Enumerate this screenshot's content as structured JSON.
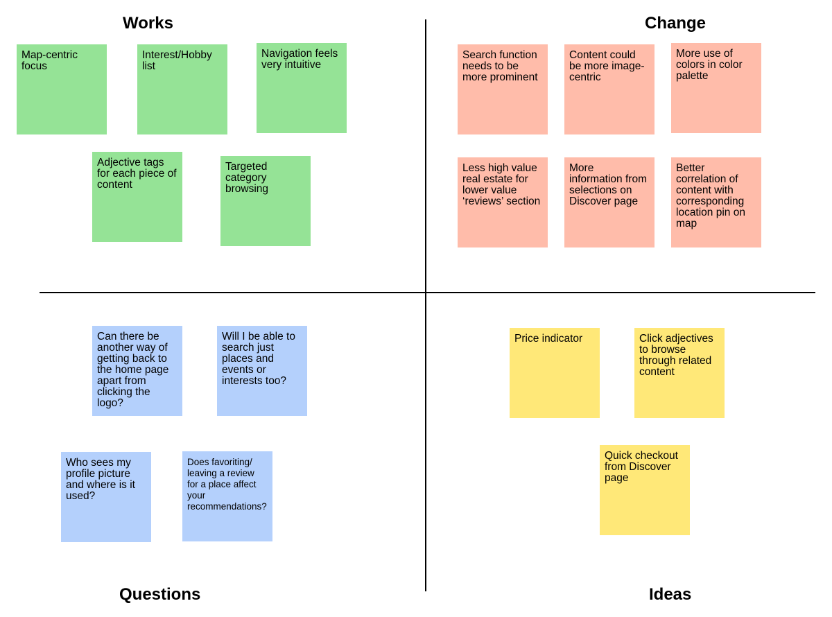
{
  "quadrants": {
    "works": {
      "title": "Works",
      "color": "#95e396",
      "notes": [
        "Map-centric focus",
        "Interest/Hobby list",
        "Navigation feels very intuitive",
        "Adjective tags for each piece of content",
        "Targeted category browsing"
      ]
    },
    "change": {
      "title": "Change",
      "color": "#ffbcaa",
      "notes": [
        "Search function needs to be more prominent",
        "Content could be more image-centric",
        "More use of colors in color palette",
        "Less high value real estate for lower value ‘reviews’ section",
        "More information from selections on Discover page",
        "Better correlation of content with corresponding location pin on map"
      ]
    },
    "questions": {
      "title": "Questions",
      "color": "#b4d0fc",
      "notes": [
        "Can there be another way of getting back to the home page apart from clicking the logo?",
        "Will I be able to search just places and events or interests too?",
        "Who sees my profile picture and where is it used?",
        "Does favoriting/ leaving a review for a place affect your recommendations?"
      ]
    },
    "ideas": {
      "title": "Ideas",
      "color": "#ffe878",
      "notes": [
        "Price indicator",
        "Click adjectives to browse through related content",
        "Quick checkout from Discover page"
      ]
    }
  }
}
